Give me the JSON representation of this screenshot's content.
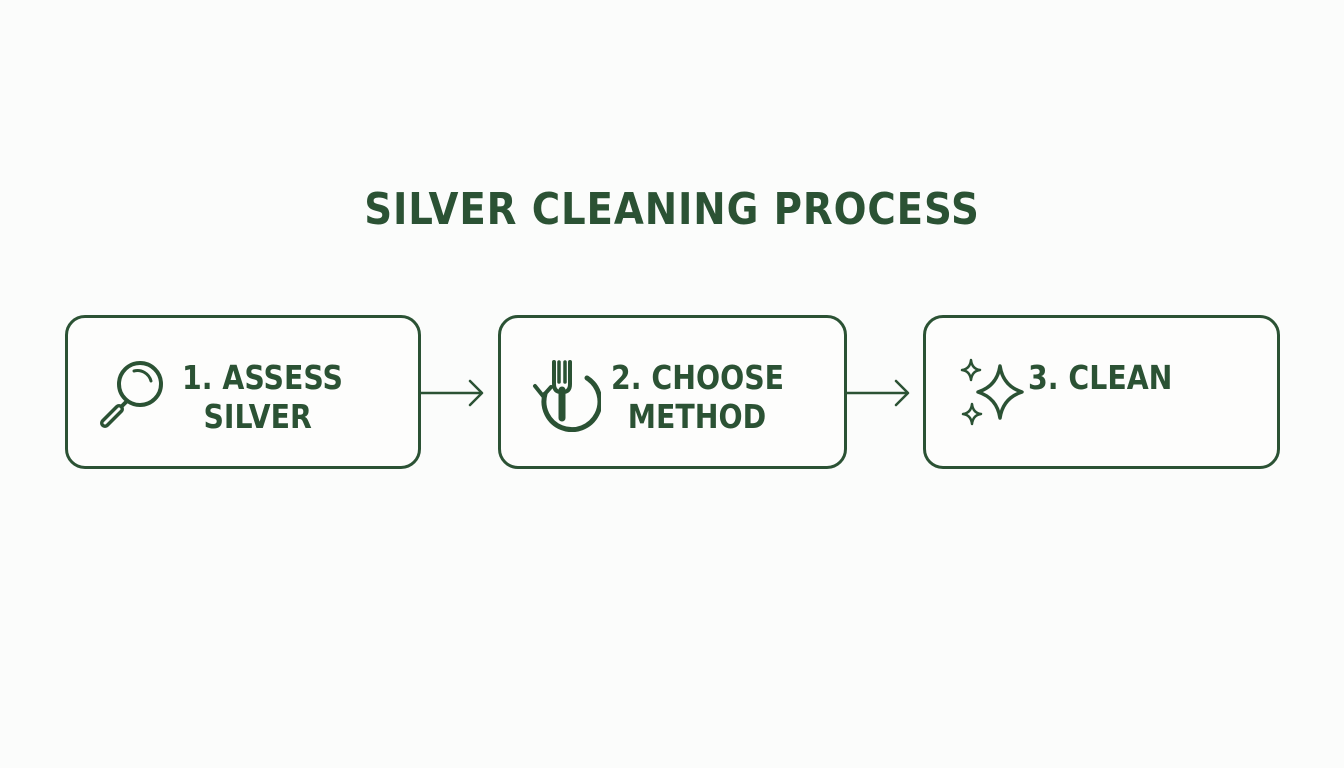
{
  "title": "SILVER CLEANING PROCESS",
  "colors": {
    "primary": "#2b5234",
    "background": "#fbfcfb"
  },
  "steps": [
    {
      "line1": "1. ASSESS",
      "line2": "SILVER",
      "icon": "magnifying-glass-icon"
    },
    {
      "line1": "2. CHOOSE",
      "line2": "METHOD",
      "icon": "fork-cycle-icon"
    },
    {
      "line1": "3. CLEAN",
      "line2": "",
      "icon": "sparkles-icon"
    }
  ],
  "connectors": [
    {
      "from": "1. ASSESS SILVER",
      "to": "2. CHOOSE METHOD",
      "icon": "arrow-right-icon"
    },
    {
      "from": "2. CHOOSE METHOD",
      "to": "3. CLEAN",
      "icon": "arrow-right-icon"
    }
  ]
}
